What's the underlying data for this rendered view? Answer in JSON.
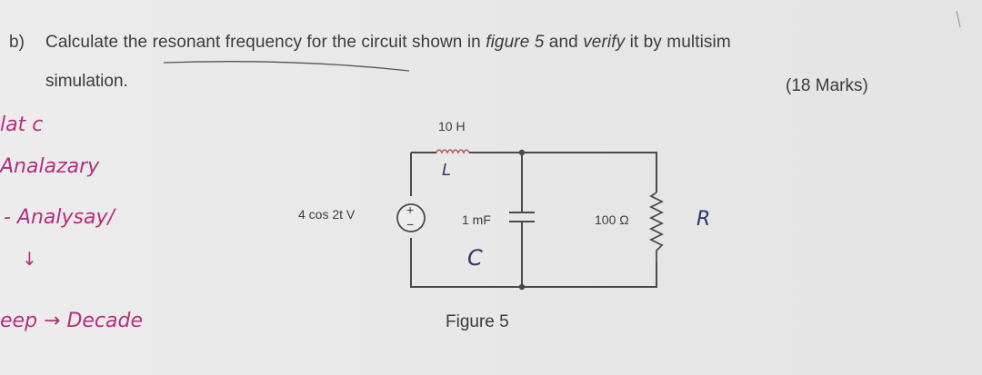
{
  "question": {
    "label": "b)",
    "text_part1": "Calculate the resonant frequency for the circuit shown in ",
    "text_figure": "figure 5",
    "text_part2": " and ",
    "text_verify": "verify",
    "text_part3": " it by multisim",
    "text_line2": "simulation.",
    "marks": "(18 Marks)"
  },
  "circuit": {
    "inductor_label": "10 H",
    "source_label": "4 cos 2t V",
    "capacitor_label": "1 mF",
    "resistor_label": "100 Ω",
    "source_plus": "+",
    "source_minus": "−"
  },
  "figure_caption": "Figure 5",
  "handwriting": {
    "inductor_note": "L",
    "capacitor_note": "C",
    "resistor_note": "R",
    "left_note1": "lat c",
    "left_note2": "Analazary",
    "left_note3": "- Analysay/",
    "left_note4": "↓",
    "left_note5": "eep → Decade"
  },
  "colors": {
    "paper": "#e9e9e9",
    "print_text": "#3b3b3b",
    "pink_ink": "#b2307d",
    "blue_ink": "#33336e"
  }
}
